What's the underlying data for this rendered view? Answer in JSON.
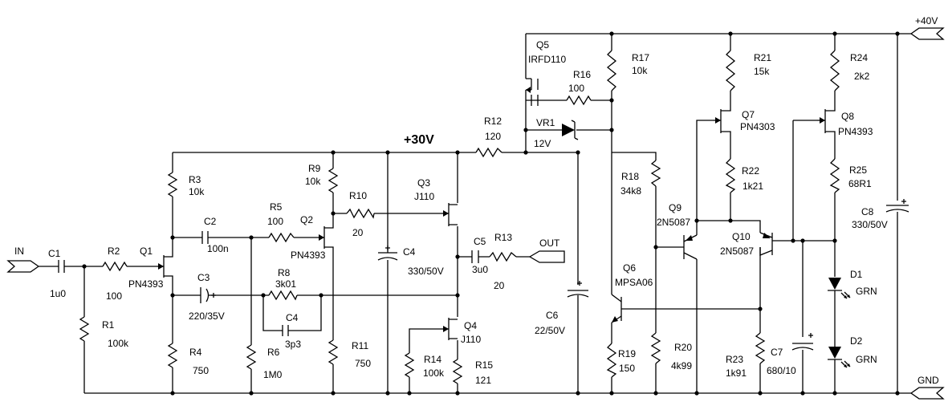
{
  "rails": {
    "v40": "+40V",
    "v30": "+30V",
    "gnd": "GND",
    "in": "IN",
    "out": "OUT"
  },
  "components": [
    {
      "ref": "C1",
      "value": "1u0"
    },
    {
      "ref": "R2",
      "value": "100"
    },
    {
      "ref": "Q1",
      "value": "PN4393"
    },
    {
      "ref": "R1",
      "value": "100k"
    },
    {
      "ref": "R3",
      "value": "10k"
    },
    {
      "ref": "C2",
      "value": "100n"
    },
    {
      "ref": "C3",
      "value": "220/35V"
    },
    {
      "ref": "R4",
      "value": "750"
    },
    {
      "ref": "R5",
      "value": "100"
    },
    {
      "ref": "R6",
      "value": "1M0"
    },
    {
      "ref": "R8",
      "value": "3k01"
    },
    {
      "ref": "C4",
      "value": "3p3"
    },
    {
      "ref": "R9",
      "value": "10k"
    },
    {
      "ref": "R10",
      "value": "20"
    },
    {
      "ref": "Q2",
      "value": "PN4393"
    },
    {
      "ref": "R11",
      "value": "750"
    },
    {
      "ref": "C4",
      "value": "330/50V"
    },
    {
      "ref": "Q3",
      "value": "J110"
    },
    {
      "ref": "Q4",
      "value": "J110"
    },
    {
      "ref": "R14",
      "value": "100k"
    },
    {
      "ref": "R15",
      "value": "121"
    },
    {
      "ref": "C5",
      "value": "3u0"
    },
    {
      "ref": "R13",
      "value": "20"
    },
    {
      "ref": "R12",
      "value": "120"
    },
    {
      "ref": "Q5",
      "value": "IRFD110"
    },
    {
      "ref": "R16",
      "value": "100"
    },
    {
      "ref": "VR1",
      "value": "12V"
    },
    {
      "ref": "C6",
      "value": "22/50V"
    },
    {
      "ref": "R17",
      "value": "10k"
    },
    {
      "ref": "R18",
      "value": "34k8"
    },
    {
      "ref": "Q6",
      "value": "MPSA06"
    },
    {
      "ref": "R19",
      "value": "150"
    },
    {
      "ref": "R20",
      "value": "4k99"
    },
    {
      "ref": "Q9",
      "value": "2N5087"
    },
    {
      "ref": "R21",
      "value": "15k"
    },
    {
      "ref": "Q7",
      "value": "PN4303"
    },
    {
      "ref": "R22",
      "value": "1k21"
    },
    {
      "ref": "Q10",
      "value": "2N5087"
    },
    {
      "ref": "R23",
      "value": "1k91"
    },
    {
      "ref": "C7",
      "value": "680/10"
    },
    {
      "ref": "R24",
      "value": "2k2"
    },
    {
      "ref": "Q8",
      "value": "PN4393"
    },
    {
      "ref": "R25",
      "value": "68R1"
    },
    {
      "ref": "D1",
      "value": "GRN"
    },
    {
      "ref": "D2",
      "value": "GRN"
    },
    {
      "ref": "C8",
      "value": "330/50V"
    }
  ]
}
